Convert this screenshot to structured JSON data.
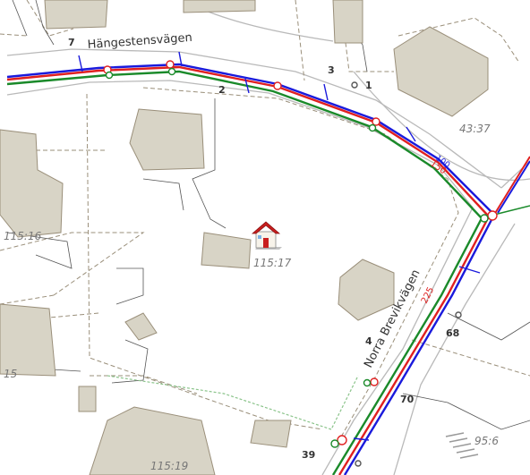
{
  "map": {
    "streets": {
      "hangesten": "Hängestensvägen",
      "norra_brevik": "Norra Brevikvägen"
    },
    "parcels": {
      "p115_17": "115:17",
      "p43_37": "43:37",
      "p115_16": "115:16",
      "p115_19": "115:19",
      "p95_6": "95:6",
      "p115_cut": "15"
    },
    "house_numbers": {
      "n7": "7",
      "n2": "2",
      "n3": "3",
      "n1": "1",
      "n68": "68",
      "n70": "70",
      "n39": "39",
      "n4": "4"
    },
    "pipe_labels": {
      "d150": "150",
      "d225": "225",
      "d100": "100"
    },
    "colors": {
      "building": "#d8d4c6",
      "road_edge": "#b8b8b8",
      "water_pipe": "#1a1adc",
      "sewer_pipe": "#e02020",
      "storm_pipe": "#1a8a2a",
      "property_line": "#9a8f7a",
      "parcel_label": "#777777",
      "street_label": "#333333"
    },
    "icons": {
      "property_marker": "house-icon"
    }
  }
}
